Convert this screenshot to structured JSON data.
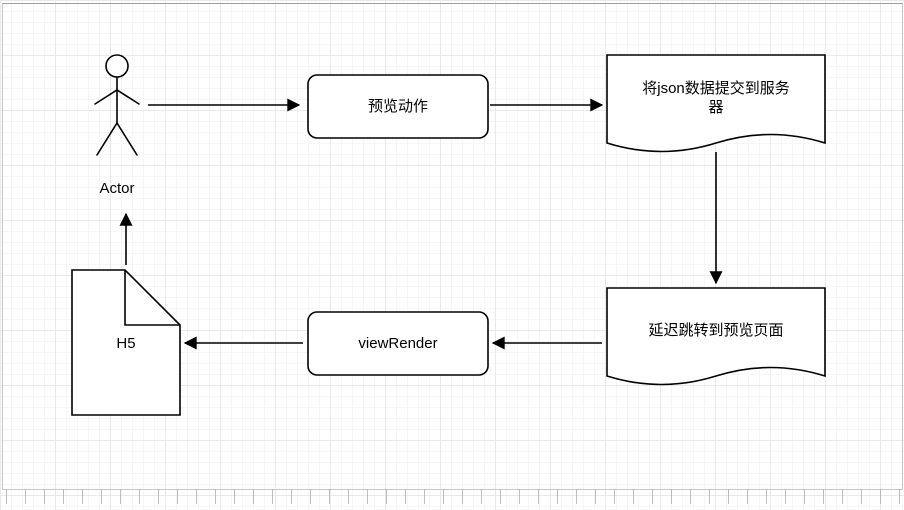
{
  "nodes": {
    "actor": {
      "label": "Actor",
      "shape": "actor"
    },
    "preview_action": {
      "label": "预览动作",
      "shape": "rounded-rectangle"
    },
    "submit_json": {
      "label": "将json数据提交到服务器",
      "shape": "document"
    },
    "delay_redirect": {
      "label": "延迟跳转到预览页面",
      "shape": "document"
    },
    "view_render": {
      "label": "viewRender",
      "shape": "rounded-rectangle"
    },
    "h5": {
      "label": "H5",
      "shape": "note"
    }
  },
  "edges": [
    {
      "from": "actor",
      "to": "preview_action"
    },
    {
      "from": "preview_action",
      "to": "submit_json"
    },
    {
      "from": "submit_json",
      "to": "delay_redirect"
    },
    {
      "from": "delay_redirect",
      "to": "view_render"
    },
    {
      "from": "view_render",
      "to": "h5"
    },
    {
      "from": "h5",
      "to": "actor"
    }
  ],
  "colors": {
    "shape_stroke": "#000000",
    "shape_fill": "#ffffff",
    "canvas_background": "#ffffff",
    "grid_minor": "#f6f6f6",
    "grid_major": "#e9e9e9"
  }
}
